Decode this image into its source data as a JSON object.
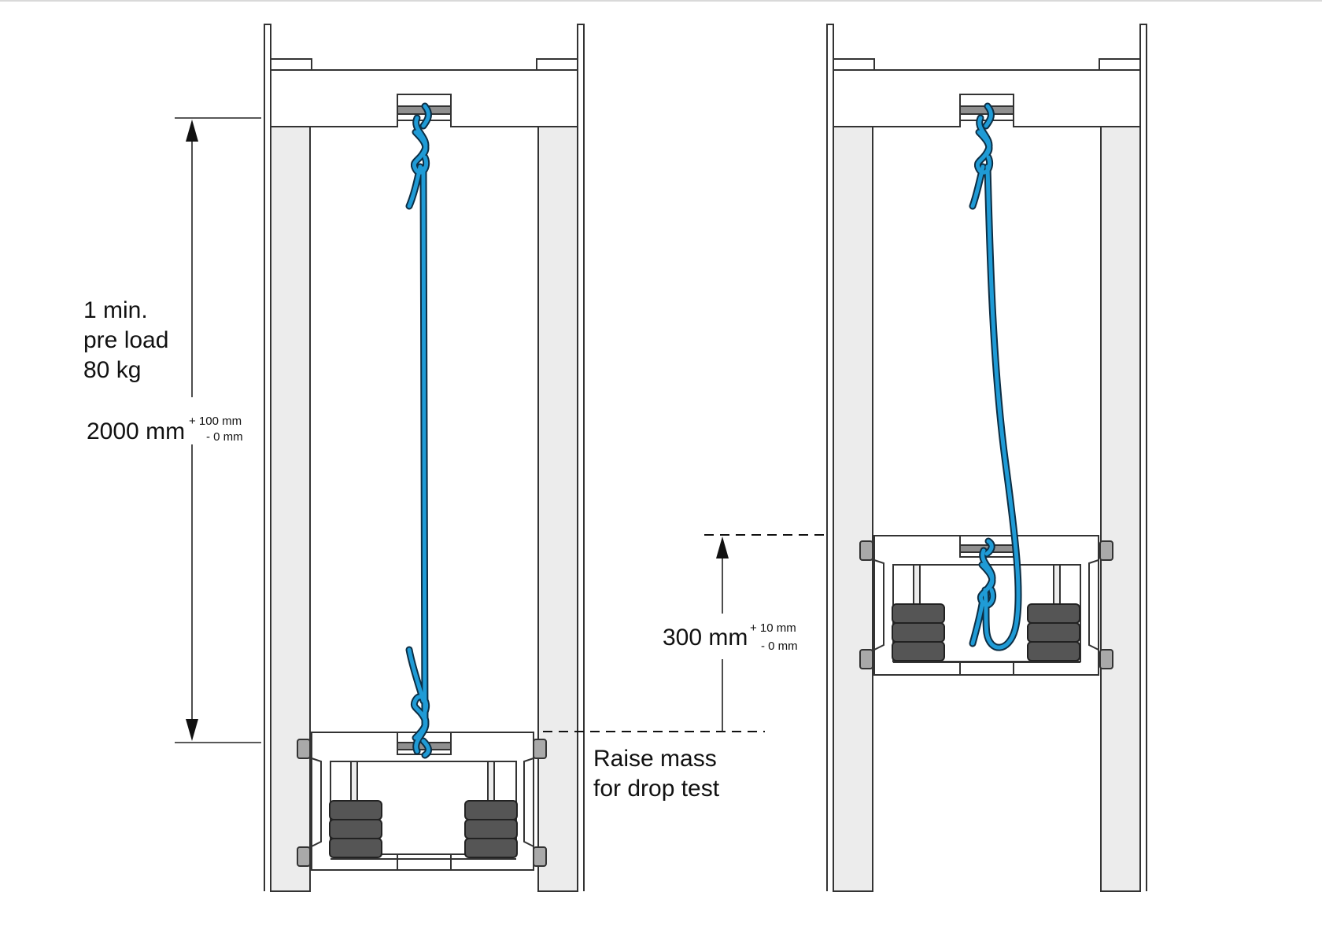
{
  "colors": {
    "rope": "#1f9bd6",
    "rope_outline": "#0d2e44",
    "frame_fill": "#ffffff",
    "column_fill": "#ececec",
    "line": "#333333",
    "weight_fill": "#555555",
    "bumper_fill": "#a9a9a9",
    "bar_fill": "#8f8f8f"
  },
  "labels": {
    "preload_line1": "1 min.",
    "preload_line2": "pre load",
    "preload_line3": "80 kg",
    "drop_height_value": "2000 mm",
    "drop_height_tol_plus": "+ 100 mm",
    "drop_height_tol_minus": "- 0 mm",
    "raise_line1": "Raise mass",
    "raise_line2": "for drop test",
    "raise_height_value": "300 mm",
    "raise_height_tol_plus": "+ 10 mm",
    "raise_height_tol_minus": "- 0 mm"
  }
}
